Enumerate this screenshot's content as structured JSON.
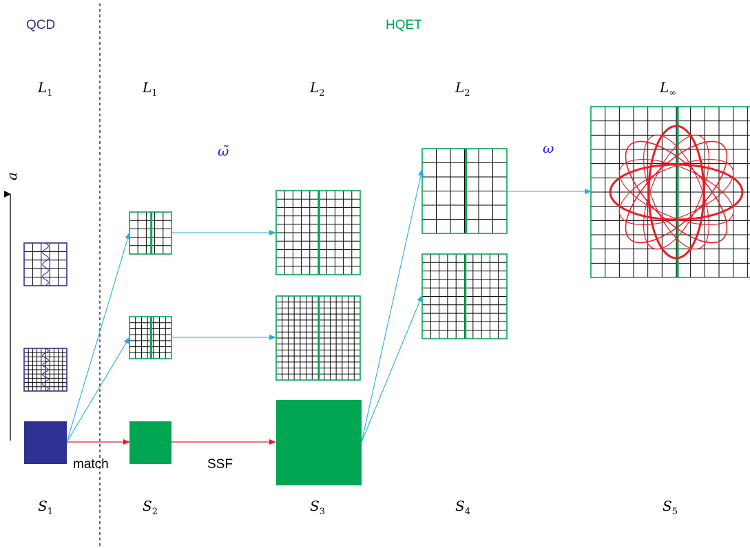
{
  "headers": {
    "qcd": "QCD",
    "hqet": "HQET"
  },
  "colors": {
    "qcd": "#2e3192",
    "hqet": "#00a651",
    "arrow": "#29abe2",
    "match": "#ed1c24",
    "grid": "#000000"
  },
  "box_labels": [
    {
      "id": "L1_qcd",
      "main": "L",
      "sub": "1"
    },
    {
      "id": "L1_hqet",
      "main": "L",
      "sub": "1"
    },
    {
      "id": "L2_a",
      "main": "L",
      "sub": "2"
    },
    {
      "id": "L2_b",
      "main": "L",
      "sub": "2"
    },
    {
      "id": "Linf",
      "main": "L",
      "sub": "∞"
    }
  ],
  "step_labels": [
    {
      "id": "S1",
      "main": "S",
      "sub": "1"
    },
    {
      "id": "S2",
      "main": "S",
      "sub": "2"
    },
    {
      "id": "S3",
      "main": "S",
      "sub": "3"
    },
    {
      "id": "S4",
      "main": "S",
      "sub": "4"
    },
    {
      "id": "S5",
      "main": "S",
      "sub": "5"
    }
  ],
  "omega_tilde": "ω̃",
  "omega": "ω",
  "axis_label": "a",
  "match_label": "match",
  "ssf_label": "SSF"
}
